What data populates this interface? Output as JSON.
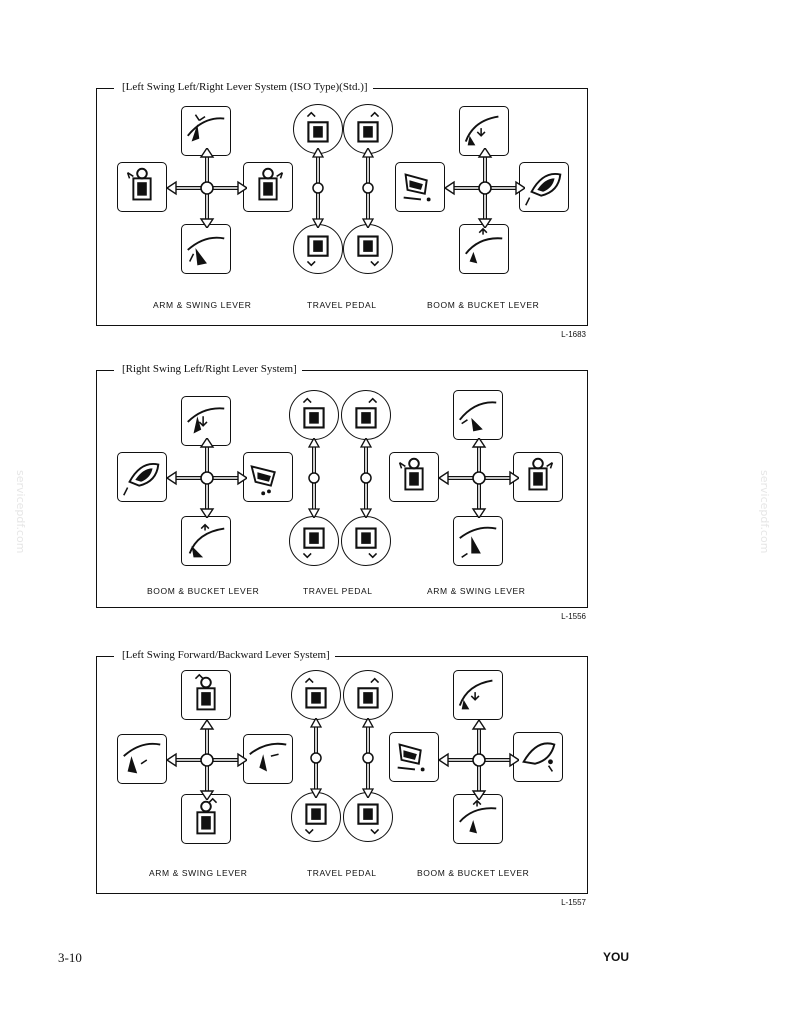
{
  "panels": [
    {
      "title": "[Left Swing Left/Right Lever System (ISO Type)(Std.)]",
      "left_label": "ARM & SWING LEVER",
      "center_label": "TRAVEL PEDAL",
      "right_label": "BOOM & BUCKET LEVER",
      "code": "L-1683"
    },
    {
      "title": "[Right Swing Left/Right Lever System]",
      "left_label": "BOOM & BUCKET LEVER",
      "center_label": "TRAVEL PEDAL",
      "right_label": "ARM & SWING LEVER",
      "code": "L-1556"
    },
    {
      "title": "[Left Swing Forward/Backward Lever System]",
      "left_label": "ARM & SWING LEVER",
      "center_label": "TRAVEL PEDAL",
      "right_label": "BOOM & BUCKET LEVER",
      "code": "L-1557"
    }
  ],
  "watermark": "servicepdf.com",
  "footer": {
    "page_number": "3-10",
    "brand": "YOU"
  }
}
